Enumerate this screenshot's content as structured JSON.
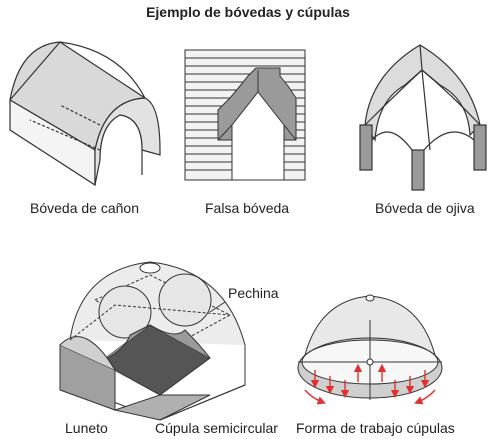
{
  "title": "Ejemplo de bóvedas y cúpulas",
  "figures": [
    {
      "id": "canon",
      "caption": "Bóveda de cañon"
    },
    {
      "id": "falsa",
      "caption": "Falsa bóveda"
    },
    {
      "id": "ojiva",
      "caption": "Bóveda de ojiva"
    },
    {
      "id": "luneto",
      "caption": "Luneto"
    },
    {
      "id": "cupula",
      "caption": "Cúpula semicircular"
    },
    {
      "id": "trabajo",
      "caption": "Forma de trabajo cúpulas"
    }
  ],
  "labels": {
    "pechina": "Pechina"
  },
  "colors": {
    "stroke": "#333333",
    "light_gray": "#e6e6e6",
    "mid_gray": "#c8c8c8",
    "dark_gray": "#555555",
    "arrow_red": "#e03030"
  }
}
